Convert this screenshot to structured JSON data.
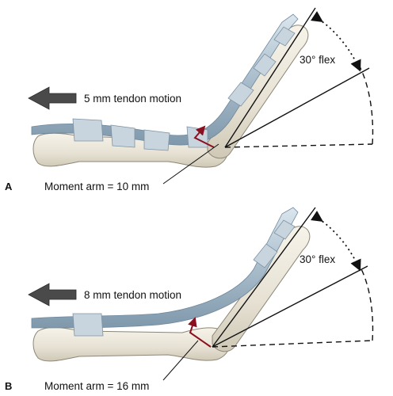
{
  "panels": [
    {
      "letter": "A",
      "tendon_motion": "5 mm tendon motion",
      "angle": "30° flex",
      "moment_arm": "Moment arm = 10 mm"
    },
    {
      "letter": "B",
      "tendon_motion": "8 mm tendon motion",
      "angle": "30° flex",
      "moment_arm": "Moment arm = 16 mm"
    }
  ],
  "colors": {
    "bone": "#eae6da",
    "tendon": "#b3c6d6",
    "pulley": "#c9d5de",
    "arrow": "#4a4a4a",
    "moment_arm": "#8a1020"
  }
}
